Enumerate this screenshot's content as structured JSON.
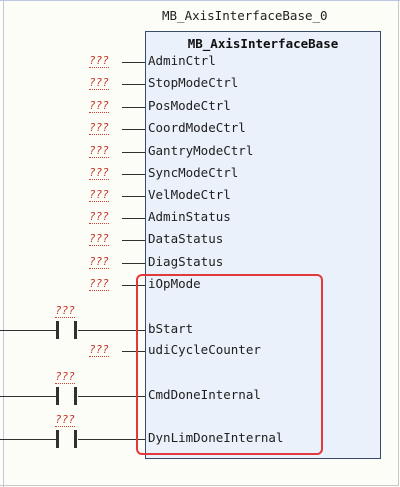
{
  "instance_name": "MB_AxisInterfaceBase_0",
  "fb_type": "MB_AxisInterfaceBase",
  "unassigned_placeholder": "???",
  "pins": [
    {
      "label": "AdminCtrl",
      "kind": "value"
    },
    {
      "label": "StopModeCtrl",
      "kind": "value"
    },
    {
      "label": "PosModeCtrl",
      "kind": "value"
    },
    {
      "label": "CoordModeCtrl",
      "kind": "value"
    },
    {
      "label": "GantryModeCtrl",
      "kind": "value"
    },
    {
      "label": "SyncModeCtrl",
      "kind": "value"
    },
    {
      "label": "VelModeCtrl",
      "kind": "value"
    },
    {
      "label": "AdminStatus",
      "kind": "value"
    },
    {
      "label": "DataStatus",
      "kind": "value"
    },
    {
      "label": "DiagStatus",
      "kind": "value"
    },
    {
      "label": "iOpMode",
      "kind": "value"
    },
    {
      "label": "bStart",
      "kind": "contact"
    },
    {
      "label": "udiCycleCounter",
      "kind": "value"
    },
    {
      "label": "CmdDoneInternal",
      "kind": "contact"
    },
    {
      "label": "DynLimDoneInternal",
      "kind": "contact"
    }
  ],
  "colors": {
    "box_fill": "#eaf1fb",
    "placeholder_red": "#c0392b",
    "highlight_red": "#e23a3a",
    "grid_blue": "#bfc7e2"
  }
}
